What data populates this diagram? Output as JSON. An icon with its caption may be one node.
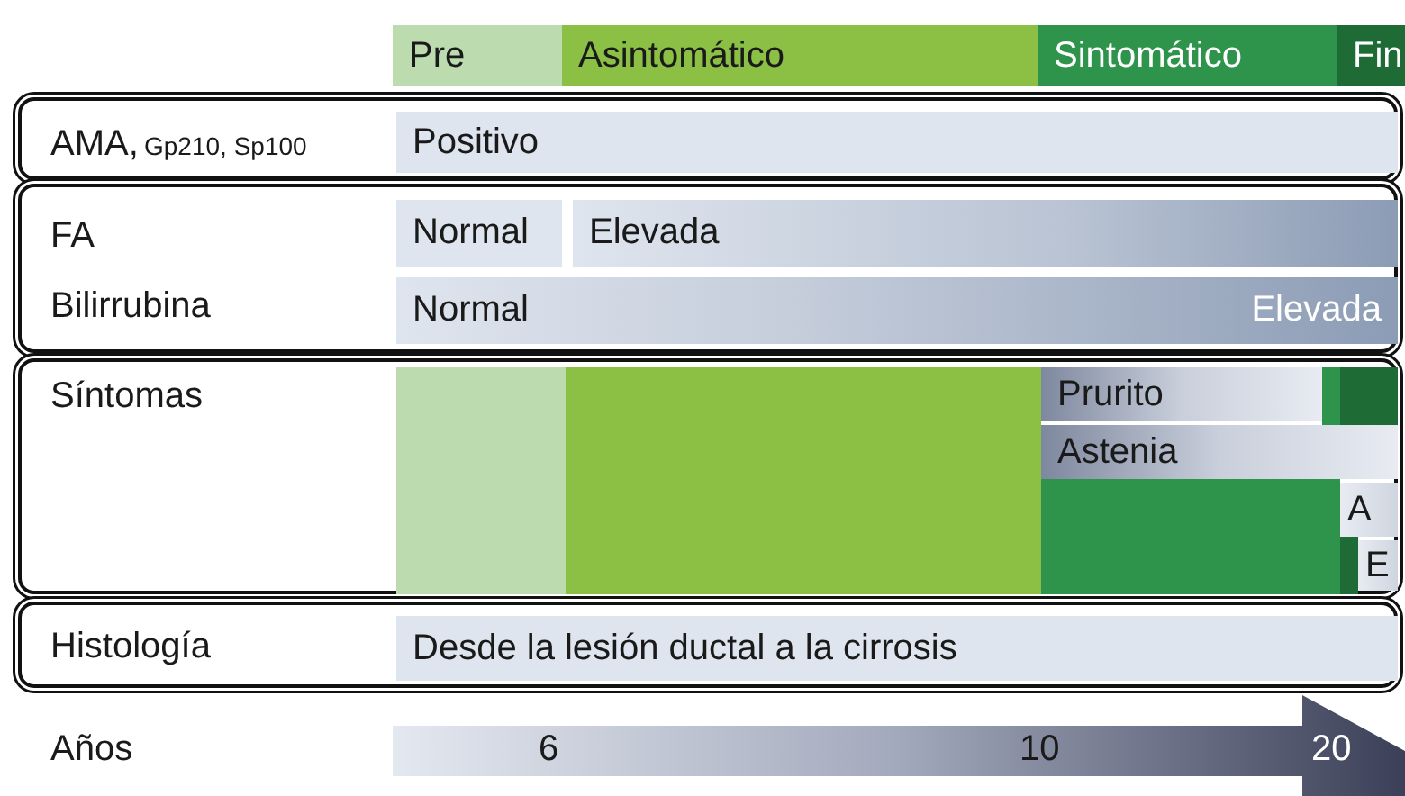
{
  "diagram": {
    "nodes": [
      {
        "text": [
          "Pre"
        ]
      },
      {
        "text": [
          "Asintomático"
        ]
      },
      {
        "text": [
          "Sintomático"
        ]
      },
      {
        "text": [
          "Fin"
        ]
      },
      {
        "text": [
          "AMA,",
          "Gp210, Sp100"
        ]
      },
      {
        "text": [
          "Positivo"
        ],
        "in": 4
      },
      {
        "text": [
          "FA",
          "Bilirrubina"
        ]
      },
      {
        "text": [
          "Normal"
        ],
        "in": 6
      },
      {
        "text": [
          "Elevada"
        ],
        "in": 6
      },
      {
        "text": [
          "Normal",
          "Elevada"
        ],
        "in": 6
      },
      {
        "text": [
          "Síntomas"
        ]
      },
      {
        "text": [],
        "shape": "bar",
        "in": 10
      },
      {
        "text": [],
        "shape": "bar",
        "in": 10
      },
      {
        "text": [],
        "shape": "bar",
        "in": 10
      },
      {
        "text": [],
        "shape": "bar",
        "in": 10
      },
      {
        "text": [
          "Prurito"
        ],
        "in": 10
      },
      {
        "text": [
          "Astenia"
        ],
        "in": 10
      },
      {
        "text": [],
        "shape": "bar",
        "in": 10
      },
      {
        "text": [
          "A"
        ],
        "in": 10
      },
      {
        "text": [],
        "shape": "bar",
        "in": 10
      },
      {
        "text": [
          "E"
        ],
        "in": 10
      },
      {
        "text": [
          "Histología"
        ]
      },
      {
        "text": [
          "Desde la lesión ductal a la cirrosis"
        ],
        "in": 21
      }
    ],
    "labels": [
      "Años",
      "6",
      "10",
      "20"
    ]
  }
}
